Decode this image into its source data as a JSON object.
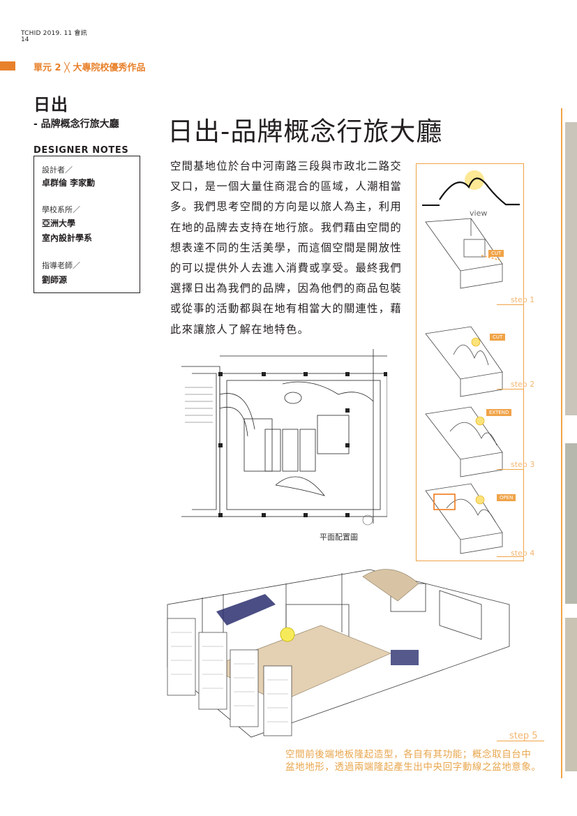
{
  "header": {
    "issue": "TCHID 2019. 11 會訊",
    "page": "14"
  },
  "unit": {
    "label": "單元 2 ╳ 大專院校優秀作品"
  },
  "title": {
    "main": "日出",
    "sub": "- 品牌概念行旅大廳"
  },
  "designer_notes": {
    "heading": "DESIGNER NOTES",
    "designer_label": "設計者／",
    "designers": "卓群倫  李家勳",
    "school_label": "學校系所／",
    "school": "亞洲大學",
    "department": "室內設計學系",
    "advisor_label": "指導老師／",
    "advisor": "劉師源"
  },
  "article": {
    "title": "日出-品牌概念行旅大廳",
    "lines": [
      "空間基地位於台中河南路三段與市政北二路交",
      "叉口，是一個大量住商混合的區域，人潮相當",
      "多。我們思考空間的方向是以旅人為主，利用",
      "在地的品牌去支持在地行旅。我們藉由空間的",
      "想表達不同的生活美學，而這個空間是開放性",
      "的可以提供外人去進入消費或享受。最終我們",
      "選擇日出為我們的品牌，因為他們的商品包裝",
      "或從事的活動都與在地有相當大的關連性，藉",
      "此來讓旅人了解在地特色。"
    ]
  },
  "plan": {
    "label": "平面配置圖"
  },
  "steps": {
    "view": "view",
    "tags": [
      "CUT",
      "CUT",
      "EXTEND",
      "OPEN"
    ],
    "labels": [
      "step 1",
      "step 2",
      "step 3",
      "step 4"
    ],
    "step5": "step 5"
  },
  "caption": {
    "lines": [
      "空間前後端地板隆起造型，各自有其功能；概念取自台中",
      "盆地地形，透過兩端隆起產生出中央回字動線之盆地意象。"
    ]
  },
  "colors": {
    "accent": "#e8812b",
    "panel": "#f0a347",
    "caption": "#e8a64d"
  }
}
